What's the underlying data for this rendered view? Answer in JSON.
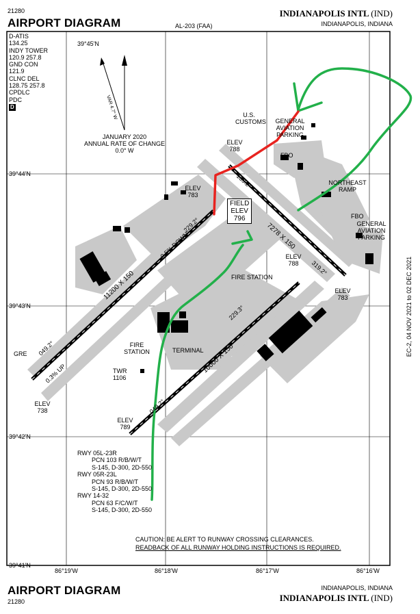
{
  "header": {
    "doc_number": "21280",
    "title": "AIRPORT DIAGRAM",
    "al_number": "AL-203 (FAA)",
    "airport_name": "INDIANAPOLIS INTL",
    "airport_code": "(IND)",
    "location": "INDIANAPOLIS, INDIANA"
  },
  "footer": {
    "title": "AIRPORT DIAGRAM",
    "doc_number": "21280",
    "location": "INDIANAPOLIS, INDIANA",
    "airport_name": "INDIANAPOLIS INTL",
    "airport_code": "(IND)"
  },
  "frequencies": [
    "D-ATIS",
    "134.25",
    "INDY TOWER",
    "120.9 257.8",
    "GND CON",
    "121.9",
    "CLNC DEL",
    "128.75 257.8",
    "CPDLC",
    "PDC"
  ],
  "frequency_badge": "D",
  "magnetic": {
    "var_label": "VAR 4.7° W",
    "date_line": "JANUARY 2020",
    "rate_line": "ANNUAL RATE OF CHANGE",
    "rate_value": "0.0° W"
  },
  "latitudes": [
    "39°45'N",
    "39°44'N",
    "39°43'N",
    "39°42'N",
    "39°41'N"
  ],
  "longitudes": [
    "86°19'W",
    "86°18'W",
    "86°17'W",
    "86°16'W"
  ],
  "effective": "EC-2, 04 NOV 2021 to 02 DEC 2021",
  "labels": {
    "us_customs_1": "U.S.",
    "us_customs_2": "CUSTOMS",
    "ga_parking_top_1": "GENERAL",
    "ga_parking_top_2": "AVIATION",
    "ga_parking_top_3": "PARKING",
    "ga_parking_right_1": "GENERAL",
    "ga_parking_right_2": "AVIATION",
    "ga_parking_right_3": "PARKING",
    "fbo_top": "FBO",
    "fbo_right": "FBO",
    "northeast_ramp_1": "NORTHEAST",
    "northeast_ramp_2": "RAMP",
    "fire_station_1": "FIRE STATION",
    "fire_station_2_a": "FIRE",
    "fire_station_2_b": "STATION",
    "terminal": "TERMINAL",
    "twr": "TWR",
    "twr_elev": "1106",
    "gre": "GRE",
    "field_elev_1": "FIELD",
    "field_elev_2": "ELEV",
    "field_elev_3": "796",
    "elev_788_a_1": "ELEV",
    "elev_788_a_2": "788",
    "elev_783_a_1": "ELEV",
    "elev_783_a_2": "783",
    "elev_788_b_1": "ELEV",
    "elev_788_b_2": "788",
    "elev_783_b_1": "ELEV",
    "elev_783_b_2": "783",
    "elev_738_1": "ELEV",
    "elev_738_2": "738",
    "elev_789_1": "ELEV",
    "elev_789_2": "789"
  },
  "runway_labels": {
    "rwy_05l_23r": "11200 X 150",
    "rwy_05l_heading": "049.2°",
    "rwy_05l_slope": "0.3% UP",
    "rwy_05l_down": "0.5% DOWN",
    "rwy_05l_229": "229.2°",
    "rwy_14_32": "7278 X 150",
    "rwy_14_heading": "139.2°",
    "rwy_32_heading": "319.2°",
    "rwy_05r_23l": "10000 X 150",
    "rwy_05r_heading": "049.2°",
    "rwy_23l_heading": "229.3°"
  },
  "pcn": [
    {
      "rwy": "RWY 05L-23R",
      "pcn": "PCN 103 R/B/W/T",
      "wt": "S-145, D-300, 2D-550"
    },
    {
      "rwy": "RWY 05R-23L",
      "pcn": "PCN 93 R/B/W/T",
      "wt": "S-145, D-300, 2D-550"
    },
    {
      "rwy": "RWY 14-32",
      "pcn": "PCN 63 F/C/W/T",
      "wt": "S-145, D-300, 2D-550"
    }
  ],
  "caution_1": "CAUTION: BE ALERT TO RUNWAY CROSSING CLEARANCES.",
  "caution_2": "READBACK OF ALL RUNWAY HOLDING INSTRUCTIONS IS REQUIRED.",
  "annotation_colors": {
    "green": "#22b04a",
    "red": "#e8231f"
  }
}
